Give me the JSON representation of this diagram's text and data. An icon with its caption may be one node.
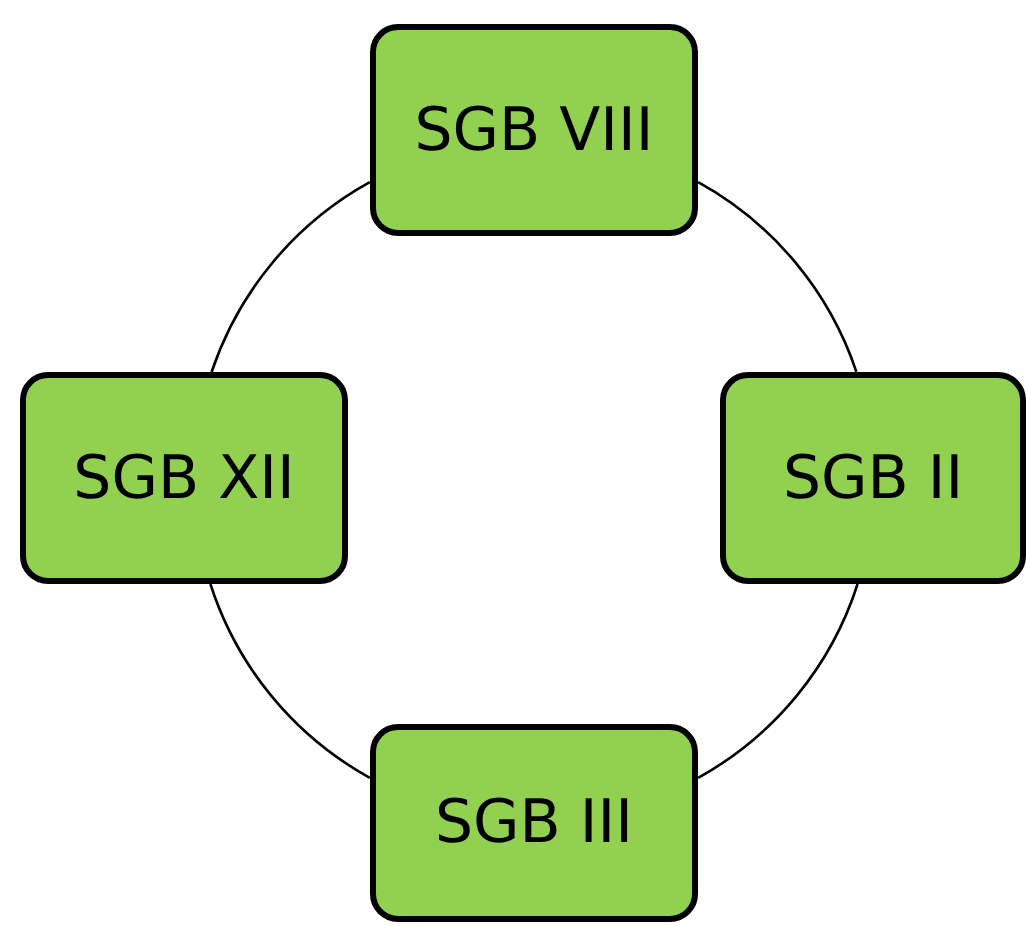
{
  "diagram": {
    "nodes": [
      {
        "text": [
          "SGB VIII"
        ]
      },
      {
        "text": [
          "SGB II"
        ]
      },
      {
        "text": [
          "SGB III"
        ]
      },
      {
        "text": [
          "SGB XII"
        ]
      }
    ],
    "edges": [
      {
        "from": 0,
        "to": 1,
        "arrow": "none"
      },
      {
        "from": 1,
        "to": 2,
        "arrow": "none"
      },
      {
        "from": 2,
        "to": 3,
        "arrow": "none"
      },
      {
        "from": 3,
        "to": 0,
        "arrow": "none"
      }
    ]
  }
}
